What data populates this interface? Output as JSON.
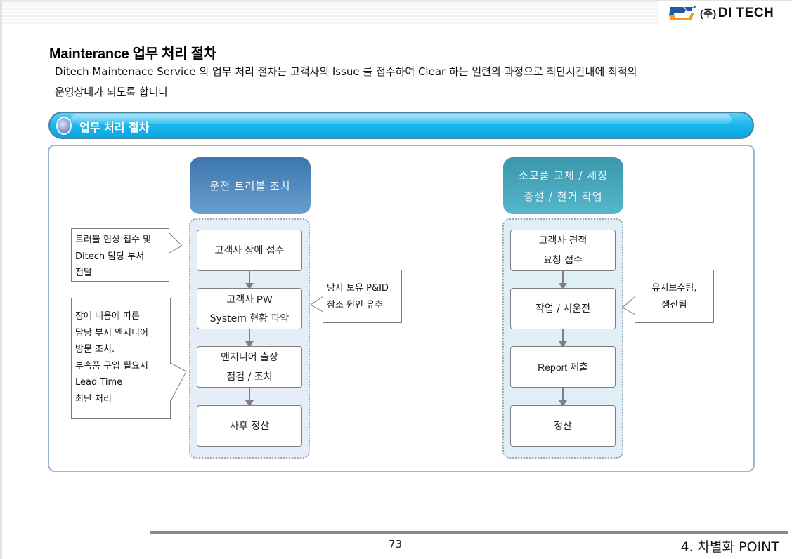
{
  "header": {
    "logo_prefix": "(주)",
    "logo_name": "DI TECH",
    "logo_colors": {
      "blue": "#1e5aa8",
      "orange": "#f39a1e"
    }
  },
  "page": {
    "title": "Mainterance 업무 처리 절차",
    "description_line1": "Ditech Maintenace Service 의 업무 처리 절차는 고객사의 Issue 를 접수하여 Clear 하는 일련의 과정으로 최단시간내에 최적의",
    "description_line2": "운영상태가 되도록 합니다"
  },
  "section": {
    "label": "업무 처리 절차",
    "color": "#1cb7ec"
  },
  "left_flow": {
    "header_line1": "운전 트러블 조치",
    "header_color": "#4f88bf",
    "steps": [
      {
        "line1": "고객사 장애 접수",
        "line2": ""
      },
      {
        "line1": "고객사  PW",
        "line2": "System 현황 파악"
      },
      {
        "line1": "엔지니어 출장",
        "line2": "점검 / 조치"
      },
      {
        "line1": "사후 정산",
        "line2": ""
      }
    ],
    "callouts": [
      {
        "lines": [
          "트러블 현상 접수 및",
          "Ditech 담당 부서",
          "전달"
        ]
      },
      {
        "lines": [
          "장애 내용에 따른",
          "담당 부서 엔지니어",
          "방문 조치.",
          "부속품 구입 필요시",
          "Lead Time",
          "최단 처리"
        ]
      },
      {
        "lines": [
          "당사 보유 P&ID",
          "참조 원인 유추"
        ]
      }
    ]
  },
  "right_flow": {
    "header_line1": "소모품 교체 / 세정",
    "header_line2": "증설 / 철거 작업",
    "header_color": "#48a8bd",
    "steps": [
      {
        "line1": "고객사 견적",
        "line2": "요청 접수"
      },
      {
        "line1": "작업 / 시운전",
        "line2": ""
      },
      {
        "line1": "Report 제출",
        "line2": ""
      },
      {
        "line1": "정산",
        "line2": ""
      }
    ],
    "callouts": [
      {
        "lines": [
          "유지보수팀,",
          "생산팀"
        ]
      }
    ]
  },
  "footer": {
    "page_number": "73",
    "section_name": "4. 차별화 POINT"
  }
}
